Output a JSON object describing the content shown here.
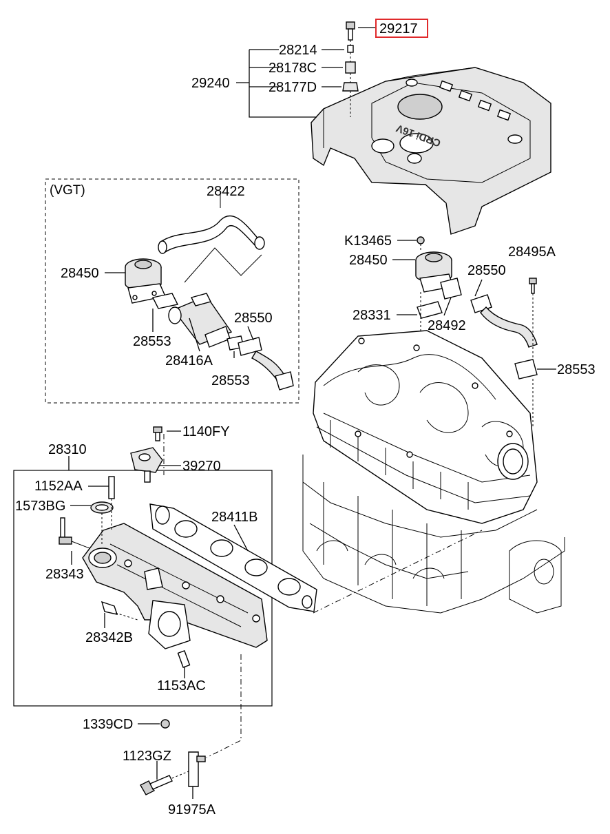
{
  "diagram": {
    "highlight_color": "#e0292b",
    "group_label": "(VGT)",
    "engine_cover_text": "CRDi 16V",
    "labels": {
      "p29217": "29217",
      "p28214": "28214",
      "p28178C": "28178C",
      "p28177D": "28177D",
      "p29240": "29240",
      "p28422": "28422",
      "p28450_vgt": "28450",
      "p28553_vgt_a": "28553",
      "p28416A": "28416A",
      "p28550_vgt": "28550",
      "p28553_vgt_b": "28553",
      "pK13465": "K13465",
      "p28450": "28450",
      "p28495A": "28495A",
      "p28550": "28550",
      "p28331": "28331",
      "p28492": "28492",
      "p28553": "28553",
      "p1140FY": "1140FY",
      "p39270": "39270",
      "p28310": "28310",
      "p1152AA": "1152AA",
      "p1573BG": "1573BG",
      "p28411B": "28411B",
      "p28343": "28343",
      "p28342B": "28342B",
      "p1153AC": "1153AC",
      "p1339CD": "1339CD",
      "p1123GZ": "1123GZ",
      "p91975A": "91975A"
    }
  }
}
